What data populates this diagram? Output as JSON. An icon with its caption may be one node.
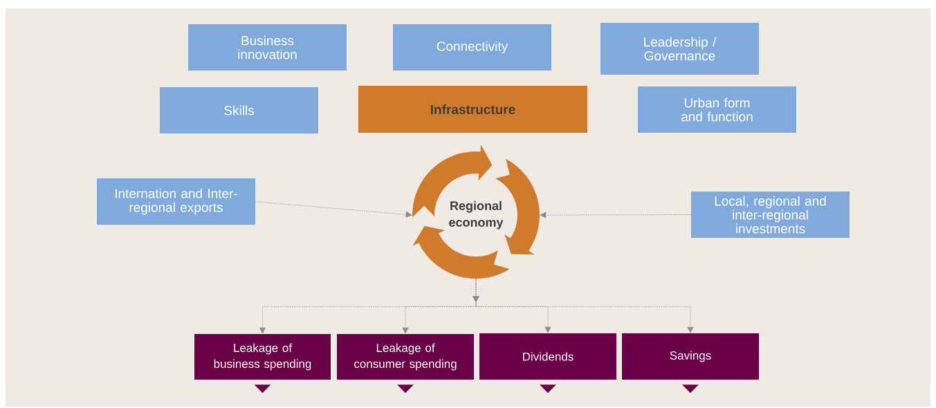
{
  "diagram": {
    "nodes": [
      {
        "text": [
          "Business innovation"
        ]
      },
      {
        "text": [
          "Connectivity"
        ]
      },
      {
        "text": [
          "Leadership / Governance"
        ]
      },
      {
        "text": [
          "Skills"
        ]
      },
      {
        "text": [
          "Infrastructure"
        ]
      },
      {
        "text": [
          "Urban form and function"
        ]
      },
      {
        "text": [
          "Internation and Inter-regional exports"
        ]
      },
      {
        "text": [
          "Regional economy"
        ]
      },
      {
        "text": [
          "Local, regional and inter-regional investments"
        ]
      },
      {
        "text": [
          "Leakage of business spending"
        ]
      },
      {
        "text": [
          "Leakage of consumer spending"
        ]
      },
      {
        "text": [
          "Dividends"
        ]
      },
      {
        "text": [
          "Savings"
        ]
      }
    ],
    "edges": [
      {
        "from": 6,
        "to": 7,
        "arrow": "to"
      },
      {
        "from": 8,
        "to": 7,
        "arrow": "to"
      },
      {
        "from": 7,
        "to": 9,
        "arrow": "to"
      },
      {
        "from": 7,
        "to": 10,
        "arrow": "to"
      },
      {
        "from": 7,
        "to": 11,
        "arrow": "to"
      },
      {
        "from": 7,
        "to": 12,
        "arrow": "to"
      }
    ]
  }
}
